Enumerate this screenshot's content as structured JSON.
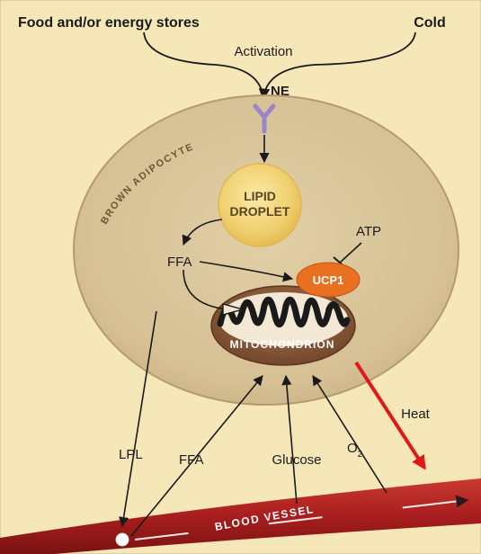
{
  "inputs": {
    "left": "Food and/or energy stores",
    "right": "Cold",
    "activation": "Activation",
    "signal": "NE"
  },
  "cell": {
    "label": "BROWN ADIPOCYTE",
    "droplet_line1": "LIPID",
    "droplet_line2": "DROPLET",
    "ffa_inside": "FFA",
    "atp": "ATP",
    "ucp1": "UCP1",
    "mito": "MITOCHONDRION"
  },
  "outside": {
    "lpl": "LPL",
    "ffa": "FFA",
    "glucose": "Glucose",
    "o2": "O",
    "o2_sub": "2",
    "heat": "Heat",
    "vessel": "BLOOD VESSEL"
  },
  "colors": {
    "background": "#f6e7b8",
    "cell_fill": "#d8c39a",
    "droplet": "#f0d070",
    "ucp1": "#e8701e",
    "mito_outer": "#8a5a3c",
    "vessel": "#b82222",
    "heat_arrow": "#e01818",
    "receptor": "#9a86c8"
  }
}
